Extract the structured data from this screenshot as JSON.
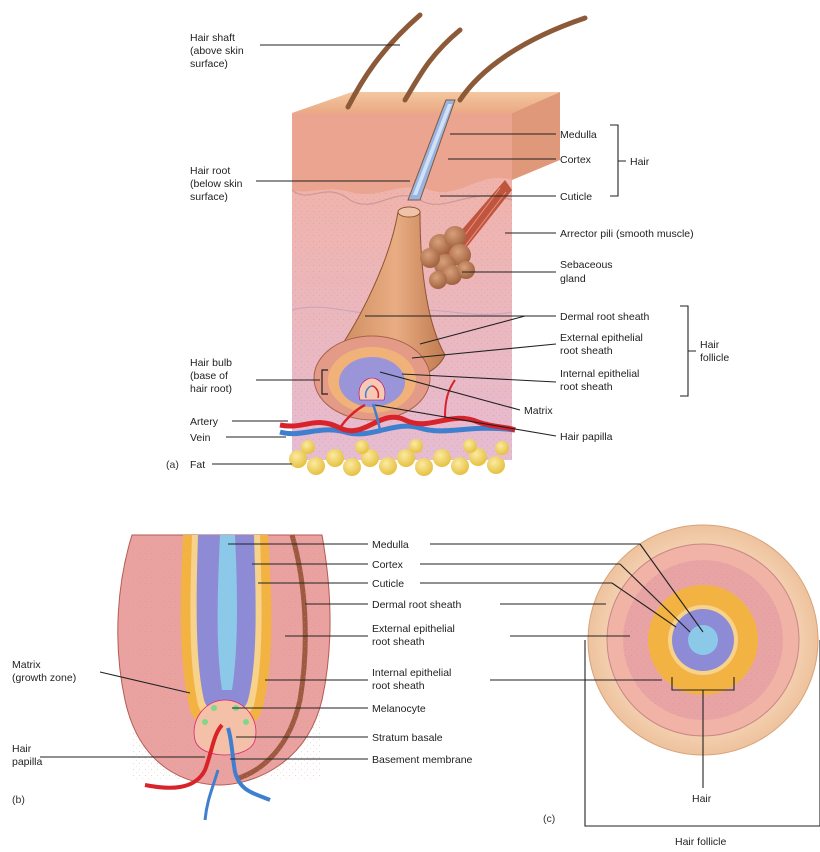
{
  "panels": {
    "a": "(a)",
    "b": "(b)",
    "c": "(c)"
  },
  "panel_a": {
    "left_labels": {
      "hair_shaft": [
        "Hair shaft",
        "(above skin",
        "surface)"
      ],
      "hair_root": [
        "Hair root",
        "(below skin",
        "surface)"
      ],
      "hair_bulb": [
        "Hair bulb",
        "(base of",
        "hair root)"
      ],
      "artery": "Artery",
      "vein": "Vein",
      "fat": "Fat"
    },
    "right_labels": {
      "medulla": "Medulla",
      "cortex": "Cortex",
      "cuticle": "Cuticle",
      "hair_group": "Hair",
      "arrector_pili": "Arrector pili (smooth muscle)",
      "sebaceous_gland": [
        "Sebaceous",
        "gland"
      ],
      "dermal_root_sheath": "Dermal root sheath",
      "external_epithelial": [
        "External epithelial",
        "root sheath"
      ],
      "internal_epithelial": [
        "Internal epithelial",
        "root sheath"
      ],
      "follicle_group": [
        "Hair",
        "follicle"
      ],
      "matrix": "Matrix",
      "hair_papilla": "Hair papilla"
    }
  },
  "panel_b": {
    "center_labels": {
      "medulla": "Medulla",
      "cortex": "Cortex",
      "cuticle": "Cuticle",
      "dermal_root_sheath": "Dermal root sheath",
      "external_epithelial": [
        "External epithelial",
        "root sheath"
      ],
      "internal_epithelial": [
        "Internal epithelial",
        "root sheath"
      ],
      "melanocyte": "Melanocyte",
      "stratum_basale": "Stratum basale",
      "basement_membrane": "Basement membrane"
    },
    "left_labels": {
      "matrix": [
        "Matrix",
        "(growth zone)"
      ],
      "hair_papilla": [
        "Hair",
        "papilla"
      ]
    }
  },
  "panel_c": {
    "hair": "Hair",
    "hair_follicle": "Hair follicle"
  },
  "colors": {
    "skin_surface": "#f2b98e",
    "dermis": "#f0b3a6",
    "hypodermis": "#d9b6cf",
    "hair": "#9b6a45",
    "fat": "#f3d35c",
    "artery": "#d8232a",
    "vein": "#3f7fd0",
    "cortex": "#8d8bd6",
    "medulla": "#8cc8e8",
    "external_sheath": "#e8a4a4",
    "internal_sheath": "#f2b343"
  }
}
